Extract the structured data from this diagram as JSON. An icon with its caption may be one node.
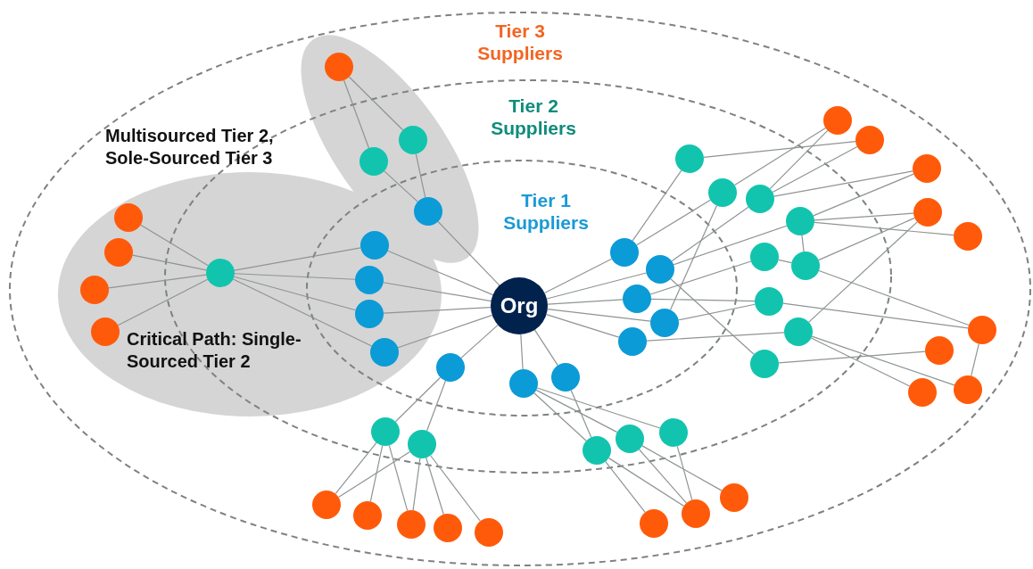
{
  "diagram": {
    "nodes": [
      {
        "text": [
          "Org"
        ]
      },
      {
        "text": [],
        "shape": "circle"
      },
      {
        "text": [],
        "shape": "circle"
      },
      {
        "text": [],
        "shape": "circle"
      },
      {
        "text": [],
        "shape": "circle"
      },
      {
        "text": [],
        "shape": "circle"
      },
      {
        "text": [],
        "shape": "circle"
      },
      {
        "text": [],
        "shape": "circle"
      },
      {
        "text": [],
        "shape": "circle"
      },
      {
        "text": [],
        "shape": "circle"
      },
      {
        "text": [],
        "shape": "circle"
      },
      {
        "text": [],
        "shape": "circle"
      },
      {
        "text": [],
        "shape": "circle"
      },
      {
        "text": [],
        "shape": "circle"
      },
      {
        "text": [],
        "shape": "circle"
      },
      {
        "text": [],
        "shape": "circle"
      },
      {
        "text": [],
        "shape": "circle"
      },
      {
        "text": [],
        "shape": "circle"
      },
      {
        "text": [],
        "shape": "circle"
      },
      {
        "text": [],
        "shape": "circle"
      },
      {
        "text": [],
        "shape": "circle"
      },
      {
        "text": [],
        "shape": "circle"
      },
      {
        "text": [],
        "shape": "circle"
      },
      {
        "text": [],
        "shape": "circle"
      },
      {
        "text": [],
        "shape": "circle"
      },
      {
        "text": [],
        "shape": "circle"
      },
      {
        "text": [],
        "shape": "circle"
      },
      {
        "text": [],
        "shape": "circle"
      },
      {
        "text": [],
        "shape": "circle"
      },
      {
        "text": [],
        "shape": "circle"
      },
      {
        "text": [],
        "shape": "circle"
      },
      {
        "text": [],
        "shape": "circle"
      },
      {
        "text": [],
        "shape": "circle"
      },
      {
        "text": [],
        "shape": "circle"
      },
      {
        "text": [],
        "shape": "circle"
      },
      {
        "text": [],
        "shape": "circle"
      },
      {
        "text": [],
        "shape": "circle"
      },
      {
        "text": [],
        "shape": "circle"
      },
      {
        "text": [],
        "shape": "circle"
      },
      {
        "text": [],
        "shape": "circle"
      },
      {
        "text": [],
        "shape": "circle"
      },
      {
        "text": [],
        "shape": "circle"
      },
      {
        "text": [],
        "shape": "circle"
      },
      {
        "text": [],
        "shape": "circle"
      },
      {
        "text": [],
        "shape": "circle"
      },
      {
        "text": [],
        "shape": "circle"
      },
      {
        "text": [],
        "shape": "circle"
      },
      {
        "text": [],
        "shape": "circle"
      },
      {
        "text": [],
        "shape": "circle"
      },
      {
        "text": [],
        "shape": "circle"
      },
      {
        "text": [],
        "shape": "circle"
      },
      {
        "text": [],
        "shape": "circle"
      },
      {
        "text": [],
        "shape": "circle"
      }
    ],
    "edges": [
      {
        "from": 1,
        "to": 2,
        "arrow": "none"
      },
      {
        "from": 1,
        "to": 3,
        "arrow": "none"
      },
      {
        "from": 2,
        "to": 4,
        "arrow": "none"
      },
      {
        "from": 3,
        "to": 4,
        "arrow": "none"
      },
      {
        "from": 4,
        "to": 0,
        "arrow": "none"
      },
      {
        "from": 5,
        "to": 9,
        "arrow": "none"
      },
      {
        "from": 6,
        "to": 9,
        "arrow": "none"
      },
      {
        "from": 7,
        "to": 9,
        "arrow": "none"
      },
      {
        "from": 8,
        "to": 9,
        "arrow": "none"
      },
      {
        "from": 9,
        "to": 10,
        "arrow": "none"
      },
      {
        "from": 9,
        "to": 11,
        "arrow": "none"
      },
      {
        "from": 9,
        "to": 12,
        "arrow": "none"
      },
      {
        "from": 9,
        "to": 13,
        "arrow": "none"
      },
      {
        "from": 10,
        "to": 0,
        "arrow": "none"
      },
      {
        "from": 11,
        "to": 0,
        "arrow": "none"
      },
      {
        "from": 12,
        "to": 0,
        "arrow": "none"
      },
      {
        "from": 13,
        "to": 0,
        "arrow": "none"
      },
      {
        "from": 0,
        "to": 14,
        "arrow": "none"
      },
      {
        "from": 14,
        "to": 17,
        "arrow": "none"
      },
      {
        "from": 14,
        "to": 18,
        "arrow": "none"
      },
      {
        "from": 17,
        "to": 19,
        "arrow": "none"
      },
      {
        "from": 17,
        "to": 20,
        "arrow": "none"
      },
      {
        "from": 17,
        "to": 21,
        "arrow": "none"
      },
      {
        "from": 18,
        "to": 19,
        "arrow": "none"
      },
      {
        "from": 18,
        "to": 21,
        "arrow": "none"
      },
      {
        "from": 18,
        "to": 22,
        "arrow": "none"
      },
      {
        "from": 18,
        "to": 23,
        "arrow": "none"
      },
      {
        "from": 0,
        "to": 15,
        "arrow": "none"
      },
      {
        "from": 0,
        "to": 16,
        "arrow": "none"
      },
      {
        "from": 15,
        "to": 24,
        "arrow": "none"
      },
      {
        "from": 15,
        "to": 25,
        "arrow": "none"
      },
      {
        "from": 15,
        "to": 26,
        "arrow": "none"
      },
      {
        "from": 16,
        "to": 24,
        "arrow": "none"
      },
      {
        "from": 24,
        "to": 27,
        "arrow": "none"
      },
      {
        "from": 24,
        "to": 28,
        "arrow": "none"
      },
      {
        "from": 25,
        "to": 28,
        "arrow": "none"
      },
      {
        "from": 25,
        "to": 29,
        "arrow": "none"
      },
      {
        "from": 26,
        "to": 28,
        "arrow": "none"
      },
      {
        "from": 0,
        "to": 30,
        "arrow": "none"
      },
      {
        "from": 0,
        "to": 31,
        "arrow": "none"
      },
      {
        "from": 0,
        "to": 32,
        "arrow": "none"
      },
      {
        "from": 0,
        "to": 33,
        "arrow": "none"
      },
      {
        "from": 0,
        "to": 34,
        "arrow": "none"
      },
      {
        "from": 30,
        "to": 35,
        "arrow": "none"
      },
      {
        "from": 30,
        "to": 36,
        "arrow": "none"
      },
      {
        "from": 31,
        "to": 37,
        "arrow": "none"
      },
      {
        "from": 31,
        "to": 38,
        "arrow": "none"
      },
      {
        "from": 31,
        "to": 43,
        "arrow": "none"
      },
      {
        "from": 32,
        "to": 39,
        "arrow": "none"
      },
      {
        "from": 32,
        "to": 41,
        "arrow": "none"
      },
      {
        "from": 33,
        "to": 36,
        "arrow": "none"
      },
      {
        "from": 33,
        "to": 41,
        "arrow": "none"
      },
      {
        "from": 34,
        "to": 42,
        "arrow": "none"
      },
      {
        "from": 35,
        "to": 45,
        "arrow": "none"
      },
      {
        "from": 36,
        "to": 44,
        "arrow": "none"
      },
      {
        "from": 37,
        "to": 44,
        "arrow": "none"
      },
      {
        "from": 37,
        "to": 45,
        "arrow": "none"
      },
      {
        "from": 37,
        "to": 46,
        "arrow": "none"
      },
      {
        "from": 38,
        "to": 46,
        "arrow": "none"
      },
      {
        "from": 38,
        "to": 47,
        "arrow": "none"
      },
      {
        "from": 38,
        "to": 48,
        "arrow": "none"
      },
      {
        "from": 38,
        "to": 40,
        "arrow": "none"
      },
      {
        "from": 40,
        "to": 47,
        "arrow": "none"
      },
      {
        "from": 42,
        "to": 47,
        "arrow": "none"
      },
      {
        "from": 40,
        "to": 49,
        "arrow": "none"
      },
      {
        "from": 39,
        "to": 40,
        "arrow": "none"
      },
      {
        "from": 41,
        "to": 49,
        "arrow": "none"
      },
      {
        "from": 42,
        "to": 52,
        "arrow": "none"
      },
      {
        "from": 42,
        "to": 51,
        "arrow": "none"
      },
      {
        "from": 43,
        "to": 50,
        "arrow": "none"
      },
      {
        "from": 49,
        "to": 52,
        "arrow": "none"
      }
    ],
    "labels": [
      "Tier 3 Suppliers",
      "Tier 2 Suppliers",
      "Multisourced Tier 2, Sole-Sourced Tier 3",
      "Tier 1 Suppliers",
      "Critical Path: Single-Sourced Tier 2"
    ]
  }
}
